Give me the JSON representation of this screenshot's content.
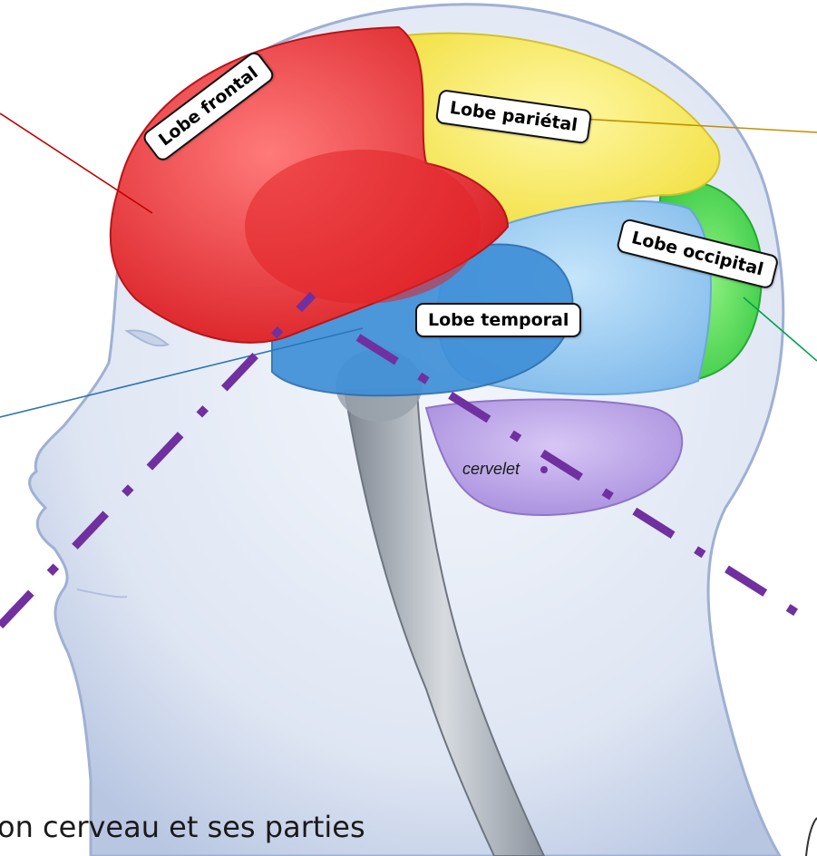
{
  "labels": {
    "frontal": "Lobe frontal",
    "parietal": "Lobe pariétal",
    "occipital": "Lobe occipital",
    "temporal": "Lobe temporal",
    "cervelet": "cervelet"
  },
  "caption": "on cerveau et ses parties",
  "colors": {
    "frontal": "#e8262b",
    "parietal": "#f3e33c",
    "occipital": "#3bd24a",
    "temporal": "#3f8fd8",
    "temporal_light": "#9fd0f4",
    "cervelet": "#b9a0e6",
    "head": "#d4ddf0",
    "cut_line": "#7030a0",
    "leader_frontal": "#c00000",
    "leader_parietal": "#c09000",
    "leader_occipital": "#00a050",
    "leader_temporal": "#2e75b6"
  }
}
